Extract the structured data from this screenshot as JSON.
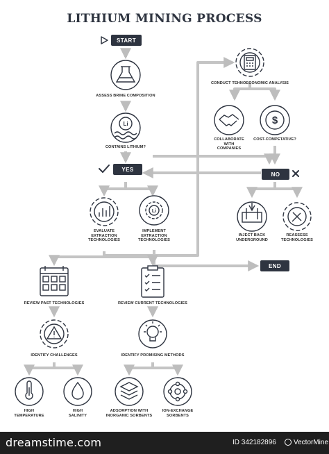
{
  "title": "LITHIUM MINING PROCESS",
  "nodes": {
    "start": "START",
    "yes": "YES",
    "no": "NO",
    "end": "END",
    "assess_brine": "ASSESS BRINE COMPOSITION",
    "contains_lithium": "CONTAINS LITHIUM?",
    "conduct_analysis": "CONDUCT TEHNOECONOMIC ANALYSIS",
    "collaborate": "COLLABORATE\nWITH\nCOMPANIES",
    "cost_competative": "COST-COMPETATIVE?",
    "evaluate": "EVALUATE\nEXTRACTION\nTECHNOLOGIES",
    "implement": "IMPLEMENT\nEXTRACTION\nTECHNOLOGIES",
    "inject_back": "INJECT BACK\nUNDERGROUND",
    "reassess": "REASSESS\nTECHNOLOGIES",
    "review_past": "REVIEW PAST TECHNOLOGIES",
    "review_current": "REVIEW CURRENT TECHNOLOGIES",
    "identify_challenges": "IDENTIFY CHALLENGES",
    "identify_methods": "IDENTIFY PROMISING METHODS",
    "high_temperature": "HIGH\nTEMPERATURE",
    "high_salinity": "HIGH\nSALINITY",
    "adsorption": "ADSORPTION WITH\nINORGANIC SORBENTS",
    "ion_exchange": "ION-EXCHANGE\nSORBENTS"
  },
  "icon_text": {
    "li_symbol": "Li"
  },
  "footer": {
    "brand": "dreamstime.com",
    "id": "ID 342182896",
    "author": "VectorMine"
  },
  "colors": {
    "dark": "#2e3440",
    "line": "#bfbfbf",
    "footer": "#1f1f1f"
  }
}
